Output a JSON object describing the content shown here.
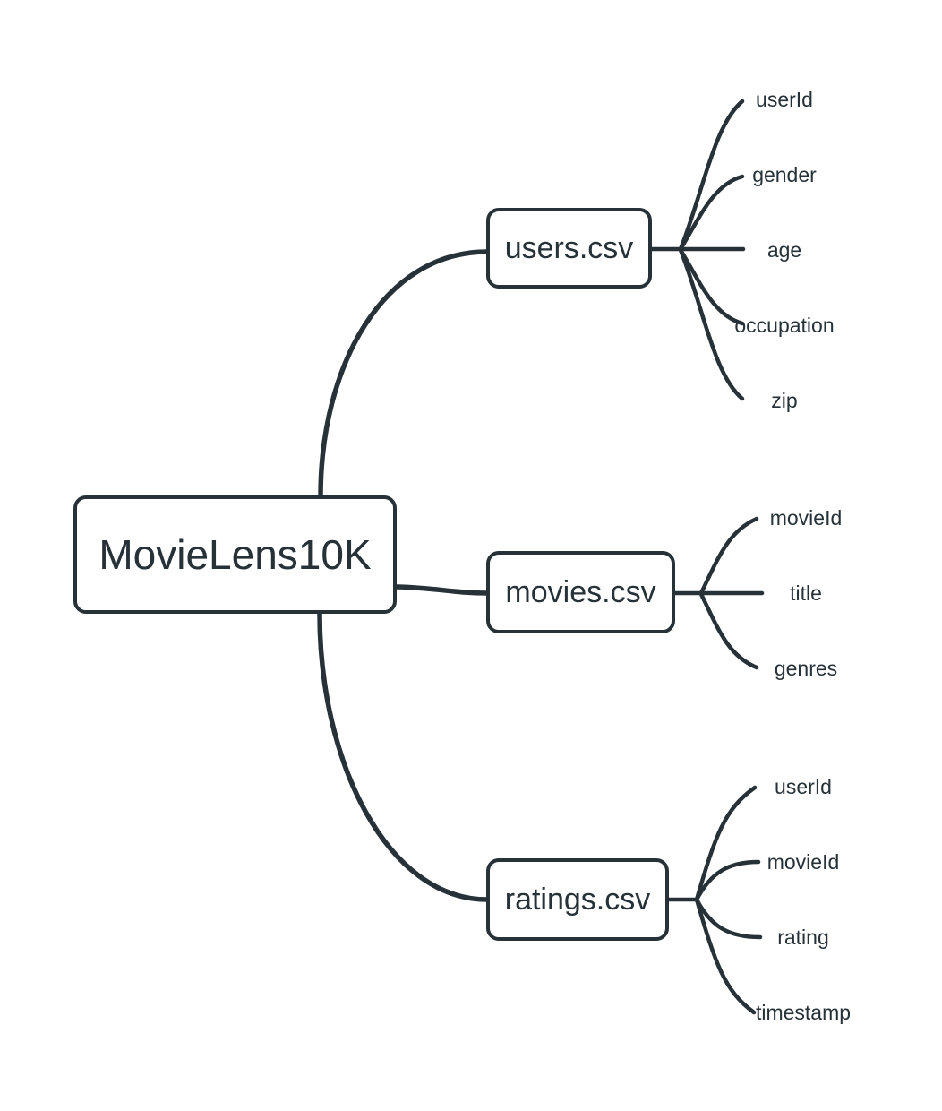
{
  "mindmap": {
    "root": {
      "label": "MovieLens10K"
    },
    "branches": [
      {
        "label": "users.csv",
        "fields": [
          "userId",
          "gender",
          "age",
          "occupation",
          "zip"
        ]
      },
      {
        "label": "movies.csv",
        "fields": [
          "movieId",
          "title",
          "genres"
        ]
      },
      {
        "label": "ratings.csv",
        "fields": [
          "userId",
          "movieId",
          "rating",
          "timestamp"
        ]
      }
    ]
  },
  "colors": {
    "ink": "#263238",
    "background": "#ffffff",
    "node_fill": "#ffffff"
  }
}
